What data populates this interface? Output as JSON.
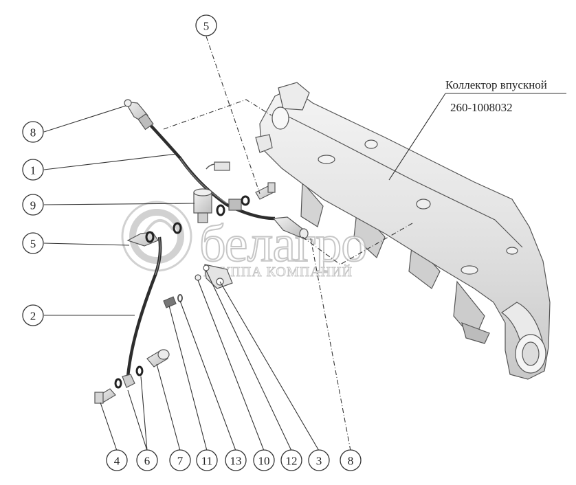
{
  "manifold": {
    "label": "Коллектор впускной",
    "part_number": "260-1008032"
  },
  "watermark": {
    "brand": "белагро",
    "subtitle": "ГРУППА КОМПАНИЙ"
  },
  "callouts": {
    "c5_top": "5",
    "c8_left": "8",
    "c1": "1",
    "c9": "9",
    "c5_left": "5",
    "c2": "2",
    "c4": "4",
    "c6": "6",
    "c7": "7",
    "c11": "11",
    "c13": "13",
    "c10": "10",
    "c12": "12",
    "c3": "3",
    "c8_bottom": "8"
  }
}
